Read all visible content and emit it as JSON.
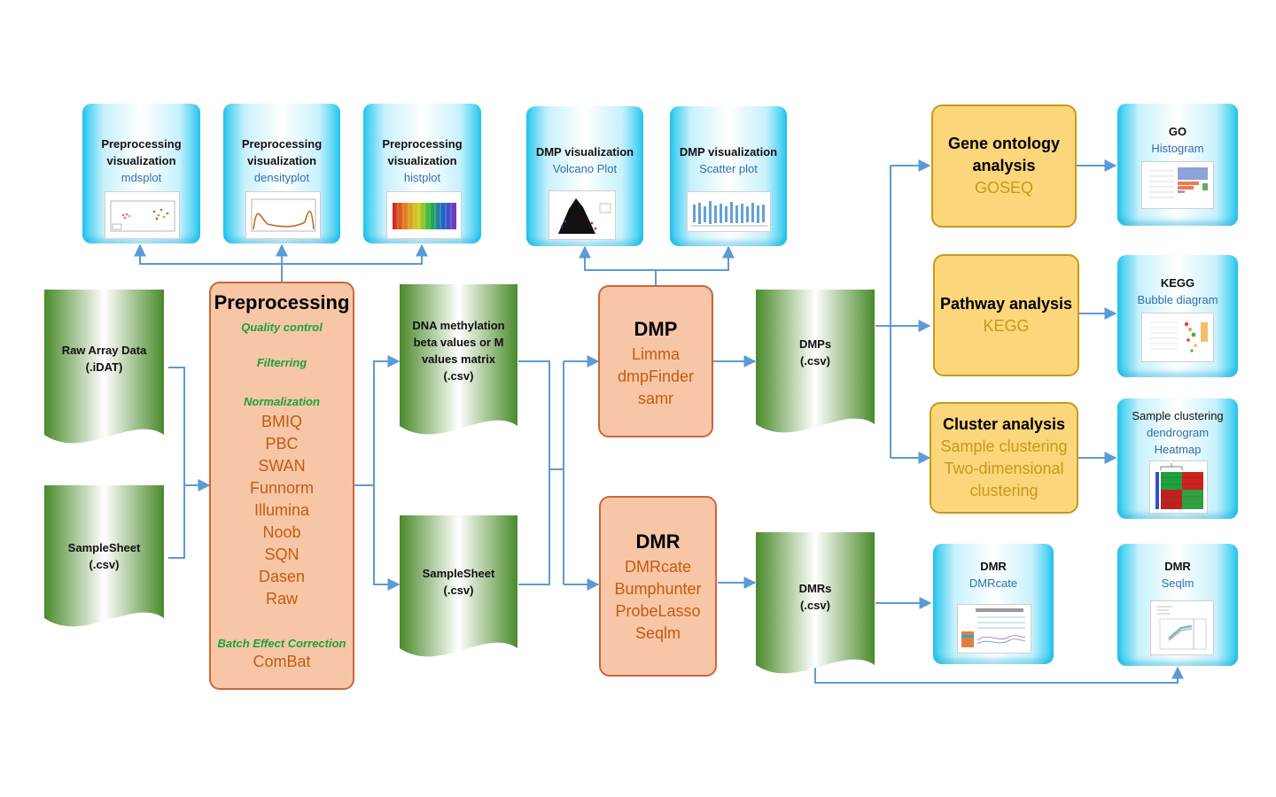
{
  "inputs": {
    "raw_array": [
      "Raw Array Data",
      "(.iDAT)"
    ],
    "samplesheet": [
      "SampleSheet",
      "(.csv)"
    ]
  },
  "preprocessing": {
    "title": "Preprocessing",
    "quality_control": "Quality control",
    "filtering": "Filterring",
    "normalization": "Normalization",
    "methods": [
      "BMIQ",
      "PBC",
      "SWAN",
      "Funnorm",
      "Illumina",
      "Noob",
      "SQN",
      "Dasen",
      "Raw"
    ],
    "batch_effect": "Batch Effect Correction",
    "combat": "ComBat"
  },
  "intermediate": {
    "matrix": [
      "DNA methylation",
      "beta values or M",
      "values matrix",
      "(.csv)"
    ],
    "samplesheet": [
      "SampleSheet",
      "(.csv)"
    ]
  },
  "dmp": {
    "title": "DMP",
    "tools": [
      "Limma",
      "dmpFinder",
      "samr"
    ]
  },
  "dmr": {
    "title": "DMR",
    "tools": [
      "DMRcate",
      "Bumphunter",
      "ProbeLasso",
      "Seqlm"
    ]
  },
  "outputs": {
    "dmps": [
      "DMPs",
      "(.csv)"
    ],
    "dmrs": [
      "DMRs",
      "(.csv)"
    ]
  },
  "analysis": {
    "go": {
      "title": [
        "Gene ontology",
        "analysis"
      ],
      "tools": [
        "GOSEQ"
      ]
    },
    "pathway": {
      "title": [
        "Pathway analysis"
      ],
      "tools": [
        "KEGG"
      ]
    },
    "cluster": {
      "title": [
        "Cluster analysis"
      ],
      "tools": [
        "Sample clustering",
        "Two-dimensional",
        "clustering"
      ]
    }
  },
  "visualizations": {
    "pre_md": {
      "title": [
        "Preprocessing",
        "visualization"
      ],
      "sub": "mdsplot"
    },
    "pre_density": {
      "title": [
        "Preprocessing",
        "visualization"
      ],
      "sub": "densityplot"
    },
    "pre_hist": {
      "title": [
        "Preprocessing",
        "visualization"
      ],
      "sub": "histplot"
    },
    "dmp_volcano": {
      "title": [
        "DMP visualization"
      ],
      "sub": "Volcano Plot"
    },
    "dmp_scatter": {
      "title": [
        "DMP visualization"
      ],
      "sub": "Scatter plot"
    },
    "go_hist": {
      "title": [
        "GO"
      ],
      "sub": "Histogram"
    },
    "kegg_bubble": {
      "title": [
        "KEGG"
      ],
      "sub": "Bubble diagram"
    },
    "cluster_heatmap": {
      "title": [
        "Sample clustering"
      ],
      "sub": "dendrogram\nHeatmap"
    },
    "dmr_dmrcate": {
      "title": [
        "DMR"
      ],
      "sub": "DMRcate"
    },
    "dmr_seqlm": {
      "title": [
        "DMR"
      ],
      "sub": "Seqlm"
    }
  },
  "colors": {
    "arrow": "#5b9bd5",
    "process_fill": "#f7c6a6",
    "process_text": "#c55a11",
    "step_text": "#18a33c",
    "analysis_fill": "#fbd67a",
    "analysis_text": "#c49a1b",
    "link_text": "#2d6fb0"
  }
}
